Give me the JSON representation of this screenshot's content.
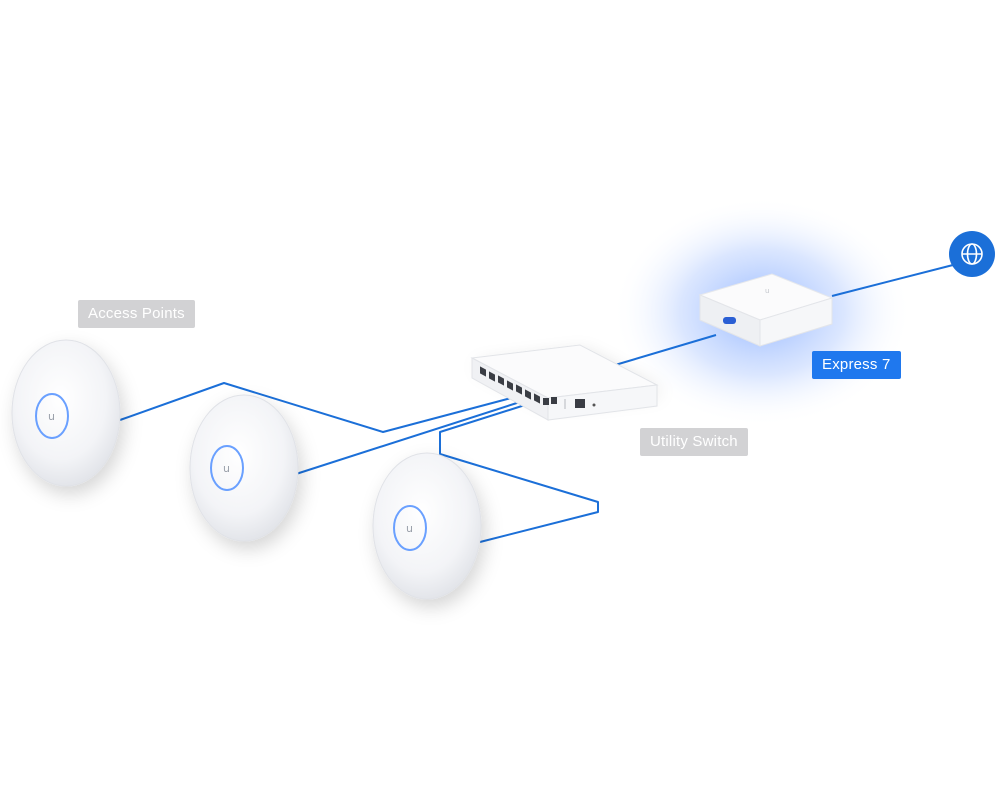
{
  "labels": {
    "access_points": "Access Points",
    "utility_switch": "Utility Switch",
    "express": "Express 7"
  },
  "icons": {
    "internet": "globe-icon"
  },
  "colors": {
    "cable": "#1b6fd8",
    "express_label": "#1f78ee",
    "device_label": "#d2d2d4",
    "glow": "#4f8dff"
  }
}
